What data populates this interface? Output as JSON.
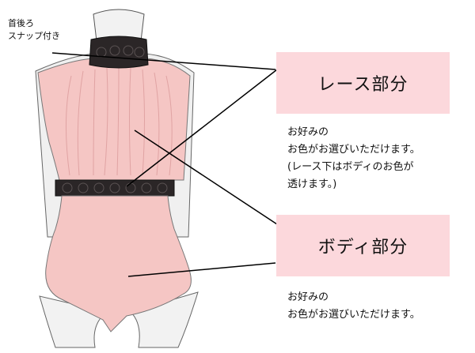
{
  "colors": {
    "label_box": "#fcd8dc",
    "fabric": "#f5c6c4",
    "fabric_shadow": "#e7aeae",
    "lace": "#2b2627",
    "mannequin": "#f2f2f2",
    "outline": "#555555",
    "leader_line": "#000000"
  },
  "annotations": {
    "neck_note": "首後ろ\nスナップ付き",
    "lace_label": "レース部分",
    "lace_desc": "お好みの\nお色がお選びいただけます。\n(レース下はボディのお色が\n 透けます。)",
    "body_label": "ボディ部分",
    "body_desc": "お好みの\nお色がお選びいただけます。"
  }
}
